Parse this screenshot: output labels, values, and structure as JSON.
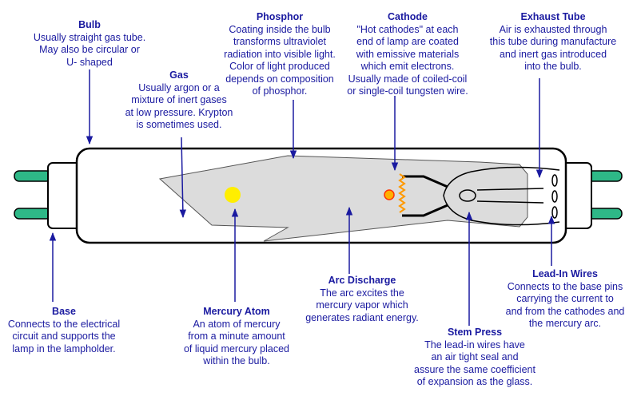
{
  "colors": {
    "label_text": "#1a1aa0",
    "arrow": "#1a1aa0",
    "tube_outline": "#000000",
    "arc_fill": "#d9d9d9",
    "pin_color": "#2eb887",
    "mercury_atom": "#ffee00",
    "cathode_glow": "#ffb000"
  },
  "labels": {
    "bulb": {
      "title": "Bulb",
      "desc": "Usually straight gas tube.\nMay also be circular or\nU- shaped"
    },
    "gas": {
      "title": "Gas",
      "desc": "Usually argon or a\nmixture of inert gases\nat low pressure. Krypton\nis sometimes used."
    },
    "phosphor": {
      "title": "Phosphor",
      "desc": "Coating inside the bulb\ntransforms ultraviolet\nradiation into visible light.\nColor of light produced\ndepends on composition\nof phosphor."
    },
    "cathode": {
      "title": "Cathode",
      "desc": "\"Hot cathodes\" at each\nend of lamp are coated\nwith emissive materials\nwhich emit electrons.\nUsually made of coiled-coil\nor single-coil tungsten wire."
    },
    "exhaust_tube": {
      "title": "Exhaust Tube",
      "desc": "Air is exhausted through\nthis tube during manufacture\nand inert gas introduced\ninto the bulb."
    },
    "base": {
      "title": "Base",
      "desc": "Connects to the electrical\ncircuit and supports the\nlamp in the lampholder."
    },
    "mercury_atom": {
      "title": "Mercury Atom",
      "desc": "An atom of mercury\nfrom a minute amount\nof liquid mercury placed\nwithin the bulb."
    },
    "arc_discharge": {
      "title": "Arc Discharge",
      "desc": "The arc excites the\nmercury vapor which\ngenerates radiant energy."
    },
    "stem_press": {
      "title": "Stem Press",
      "desc": "The lead-in wires have\nan air tight seal and\nassure the same coefficient\nof expansion as the glass."
    },
    "lead_in_wires": {
      "title": "Lead-In Wires",
      "desc": "Connects to the base pins\ncarrying the current to\nand from the cathodes and\nthe mercury arc."
    }
  }
}
